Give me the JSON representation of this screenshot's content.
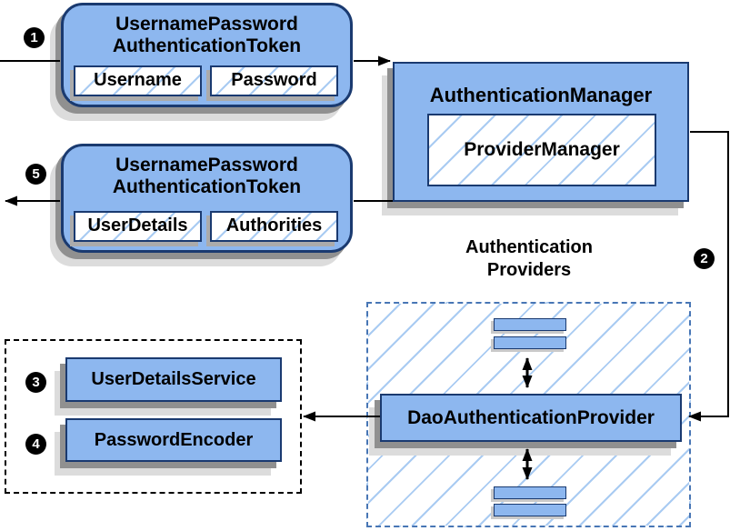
{
  "diagram": {
    "badges": {
      "step1": "1",
      "step2": "2",
      "step3": "3",
      "step4": "4",
      "step5": "5"
    },
    "token_request": {
      "title_line1": "UsernamePassword",
      "title_line2": "AuthenticationToken",
      "field1": "Username",
      "field2": "Password"
    },
    "auth_manager": {
      "title": "AuthenticationManager",
      "inner": "ProviderManager"
    },
    "token_response": {
      "title_line1": "UsernamePassword",
      "title_line2": "AuthenticationToken",
      "field1": "UserDetails",
      "field2": "Authorities"
    },
    "providers_group": {
      "label_line1": "Authentication",
      "label_line2": "Providers",
      "provider": "DaoAuthenticationProvider"
    },
    "collaborators": {
      "service1": "UserDetailsService",
      "service2": "PasswordEncoder"
    },
    "colors": {
      "box_fill": "#8db7ef",
      "box_border": "#1a3a70",
      "hatch_line": "#a9cbf2",
      "dashed_blue_border": "#4876b5",
      "dashed_black_border": "#000000",
      "shadow_dark": "#909090",
      "shadow_light": "#dcdcdc",
      "arrow": "#000000",
      "badge_bg": "#000000",
      "badge_text": "#ffffff"
    }
  }
}
